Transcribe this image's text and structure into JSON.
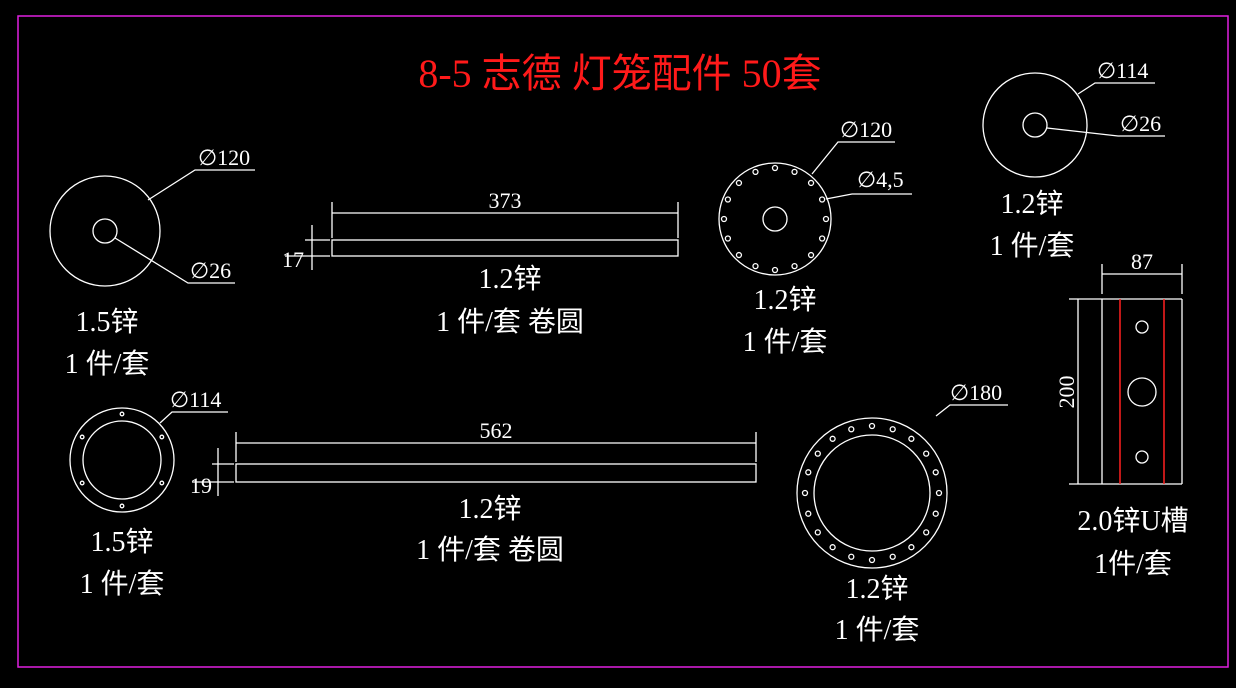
{
  "title": "8-5 志德 灯笼配件 50套",
  "colors": {
    "background": "#000000",
    "lines": "#ffffff",
    "title": "#ff1a1a",
    "border": "#e020e0",
    "channel_lines": "#ff2020"
  },
  "parts": [
    {
      "dims": [
        "∅120",
        "∅26"
      ],
      "material": "1.5锌",
      "qty": "1 件/套"
    },
    {
      "dims": [
        "373",
        "17"
      ],
      "material": "1.2锌",
      "qty": "1 件/套 卷圆"
    },
    {
      "dims": [
        "∅120",
        "∅4,5"
      ],
      "material": "1.2锌",
      "qty": "1 件/套"
    },
    {
      "dims": [
        "∅114",
        "∅26"
      ],
      "material": "1.2锌",
      "qty": "1 件/套"
    },
    {
      "dims": [
        "87",
        "200"
      ],
      "material": "2.0锌U槽",
      "qty": "1件/套"
    },
    {
      "dims": [
        "∅114"
      ],
      "material": "1.5锌",
      "qty": "1 件/套"
    },
    {
      "dims": [
        "562",
        "19"
      ],
      "material": "1.2锌",
      "qty": "1 件/套 卷圆"
    },
    {
      "dims": [
        "∅180"
      ],
      "material": "1.2锌",
      "qty": "1 件/套"
    }
  ]
}
